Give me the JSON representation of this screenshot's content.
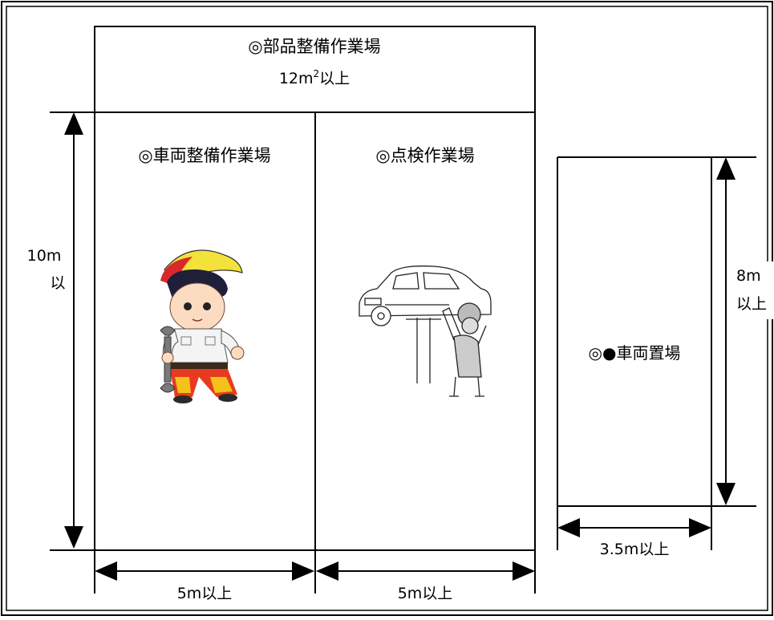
{
  "parts_area": {
    "title": "◎部品整備作業場",
    "area_value": "12m",
    "area_exp": "2",
    "area_suffix": "以上"
  },
  "vehicle_work_area": {
    "title": "◎車両整備作業場"
  },
  "inspection_area": {
    "title": "◎点検作業場"
  },
  "parking_area": {
    "title": "◎●車両置場"
  },
  "dimensions": {
    "height_main_1": "10m",
    "height_main_2": "以",
    "width_vehicle_work": "5m以上",
    "width_inspection": "5m以上",
    "height_parking_1": "8m",
    "height_parking_2": "以上",
    "width_parking": "3.5m以上"
  },
  "illustrations": {
    "mechanic_child": "boy-mechanic-with-wrench",
    "car_lift": "mechanic-under-car-on-lift"
  }
}
